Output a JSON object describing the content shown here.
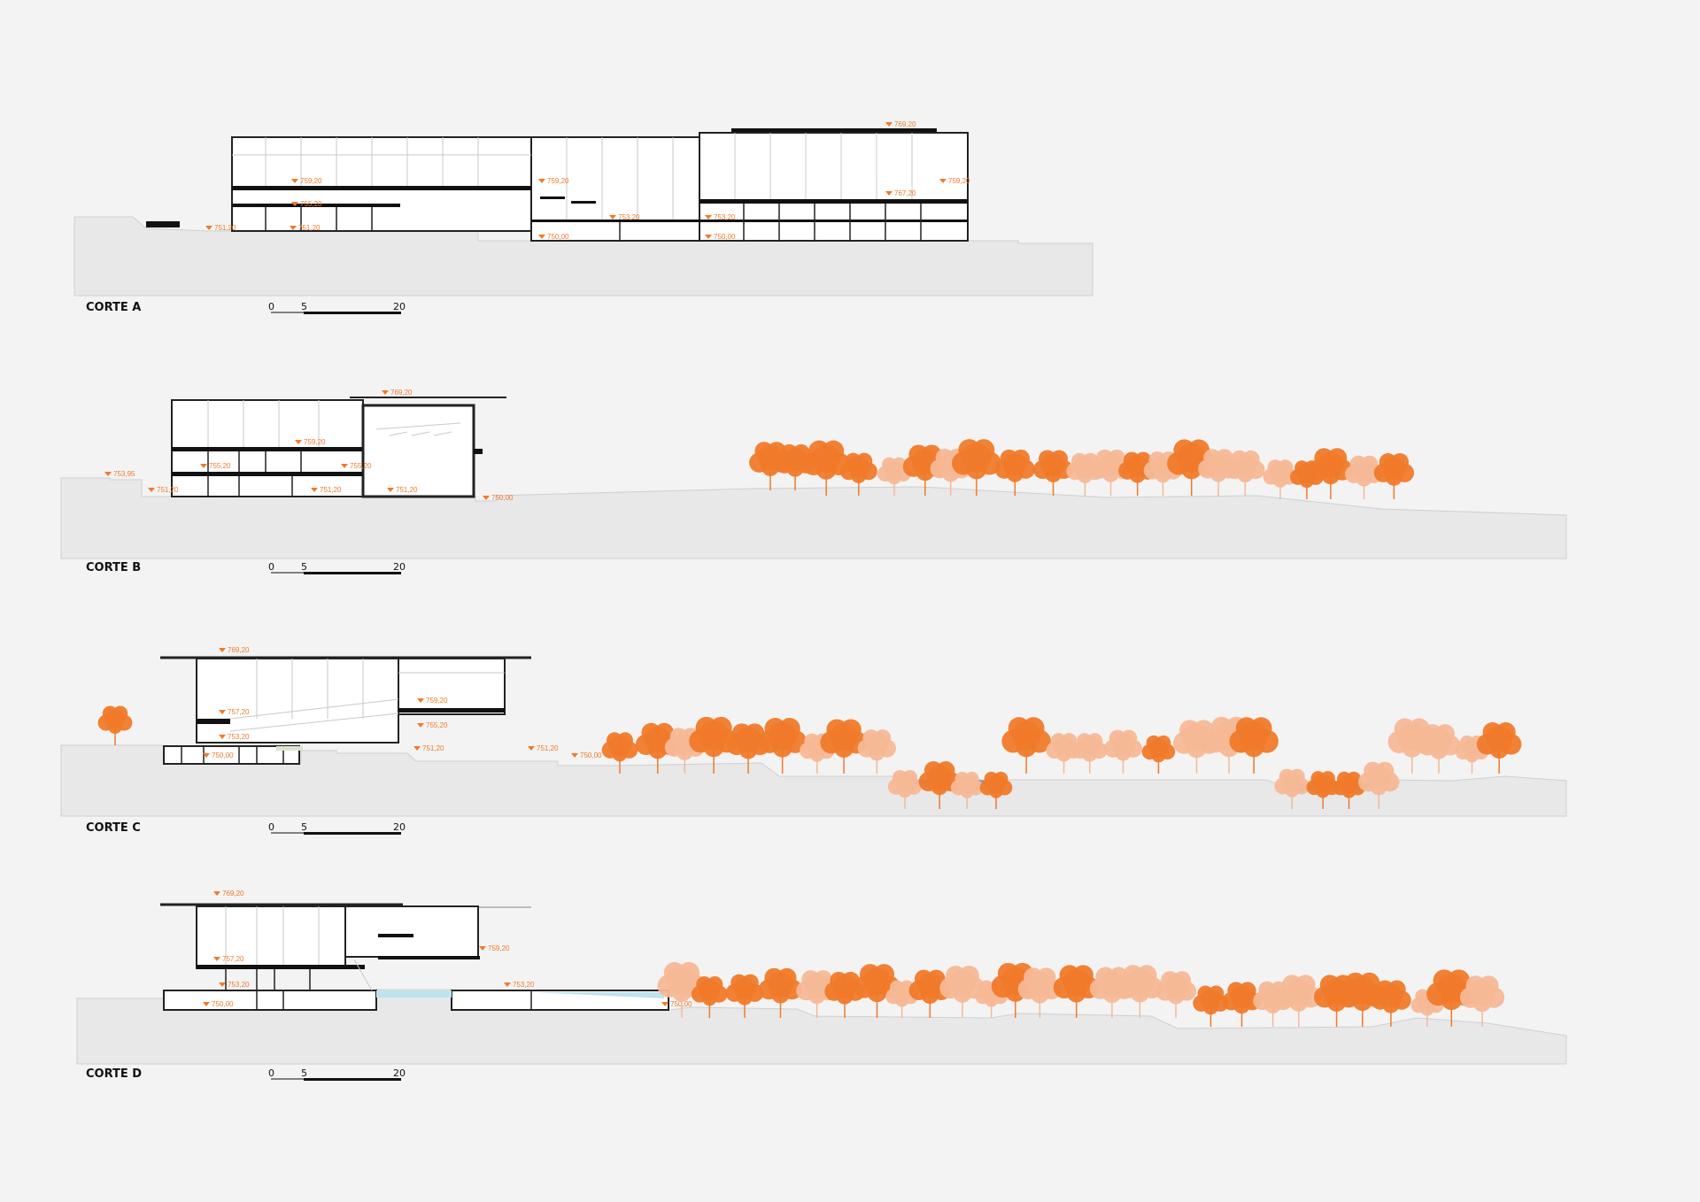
{
  "sections": [
    {
      "title": "CORTE A",
      "scale": [
        "0",
        "5",
        "20"
      ],
      "levels": [
        "759,20",
        "755,20",
        "751,20",
        "751,20",
        "759,20",
        "750,00",
        "753,20",
        "750,00",
        "753,20",
        "769,20",
        "767,20",
        "759,20"
      ]
    },
    {
      "title": "CORTE B",
      "scale": [
        "0",
        "5",
        "20"
      ],
      "levels": [
        "769,20",
        "759,20",
        "755,20",
        "755,20",
        "753,95",
        "751,20",
        "751,20",
        "751,20",
        "750,00"
      ]
    },
    {
      "title": "CORTE C",
      "scale": [
        "0",
        "5",
        "20"
      ],
      "levels": [
        "769,20",
        "757,20",
        "759,20",
        "755,20",
        "753,20",
        "750,00",
        "751,20",
        "751,20",
        "750,00"
      ]
    },
    {
      "title": "CORTE D",
      "scale": [
        "0",
        "5",
        "20"
      ],
      "levels": [
        "769,20",
        "757,20",
        "759,20",
        "753,20",
        "753,20",
        "750,00",
        "750,00"
      ]
    }
  ],
  "colors": {
    "background": "#f3f3f3",
    "ground": "#e8e8e8",
    "accent": "#f07a2a",
    "tree_light": "#f5b896",
    "water": "#8fb3c7"
  }
}
